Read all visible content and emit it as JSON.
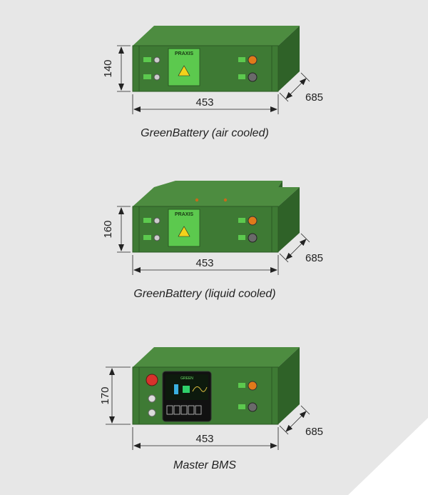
{
  "units": [
    {
      "caption": "GreenBattery (air cooled)",
      "height_label": "140",
      "width_label": "453",
      "depth_label": "685",
      "type": "battery",
      "cooling": "air",
      "brand": "PRAXIS"
    },
    {
      "caption": "GreenBattery (liquid cooled)",
      "height_label": "160",
      "width_label": "453",
      "depth_label": "685",
      "type": "battery",
      "cooling": "liquid",
      "brand": "PRAXIS"
    },
    {
      "caption": "Master BMS",
      "height_label": "170",
      "width_label": "453",
      "depth_label": "685",
      "type": "bms",
      "screen_brand": "GREEN"
    }
  ],
  "colors": {
    "background": "#e7e7e7",
    "corner": "#ffffff",
    "case_front": "#3e7a34",
    "case_top": "#4d8c40",
    "case_side": "#2f6228",
    "label": "#5cc94e",
    "accent_orange": "#e07a1a",
    "screen": "#111111",
    "estop": "#d8322c"
  }
}
